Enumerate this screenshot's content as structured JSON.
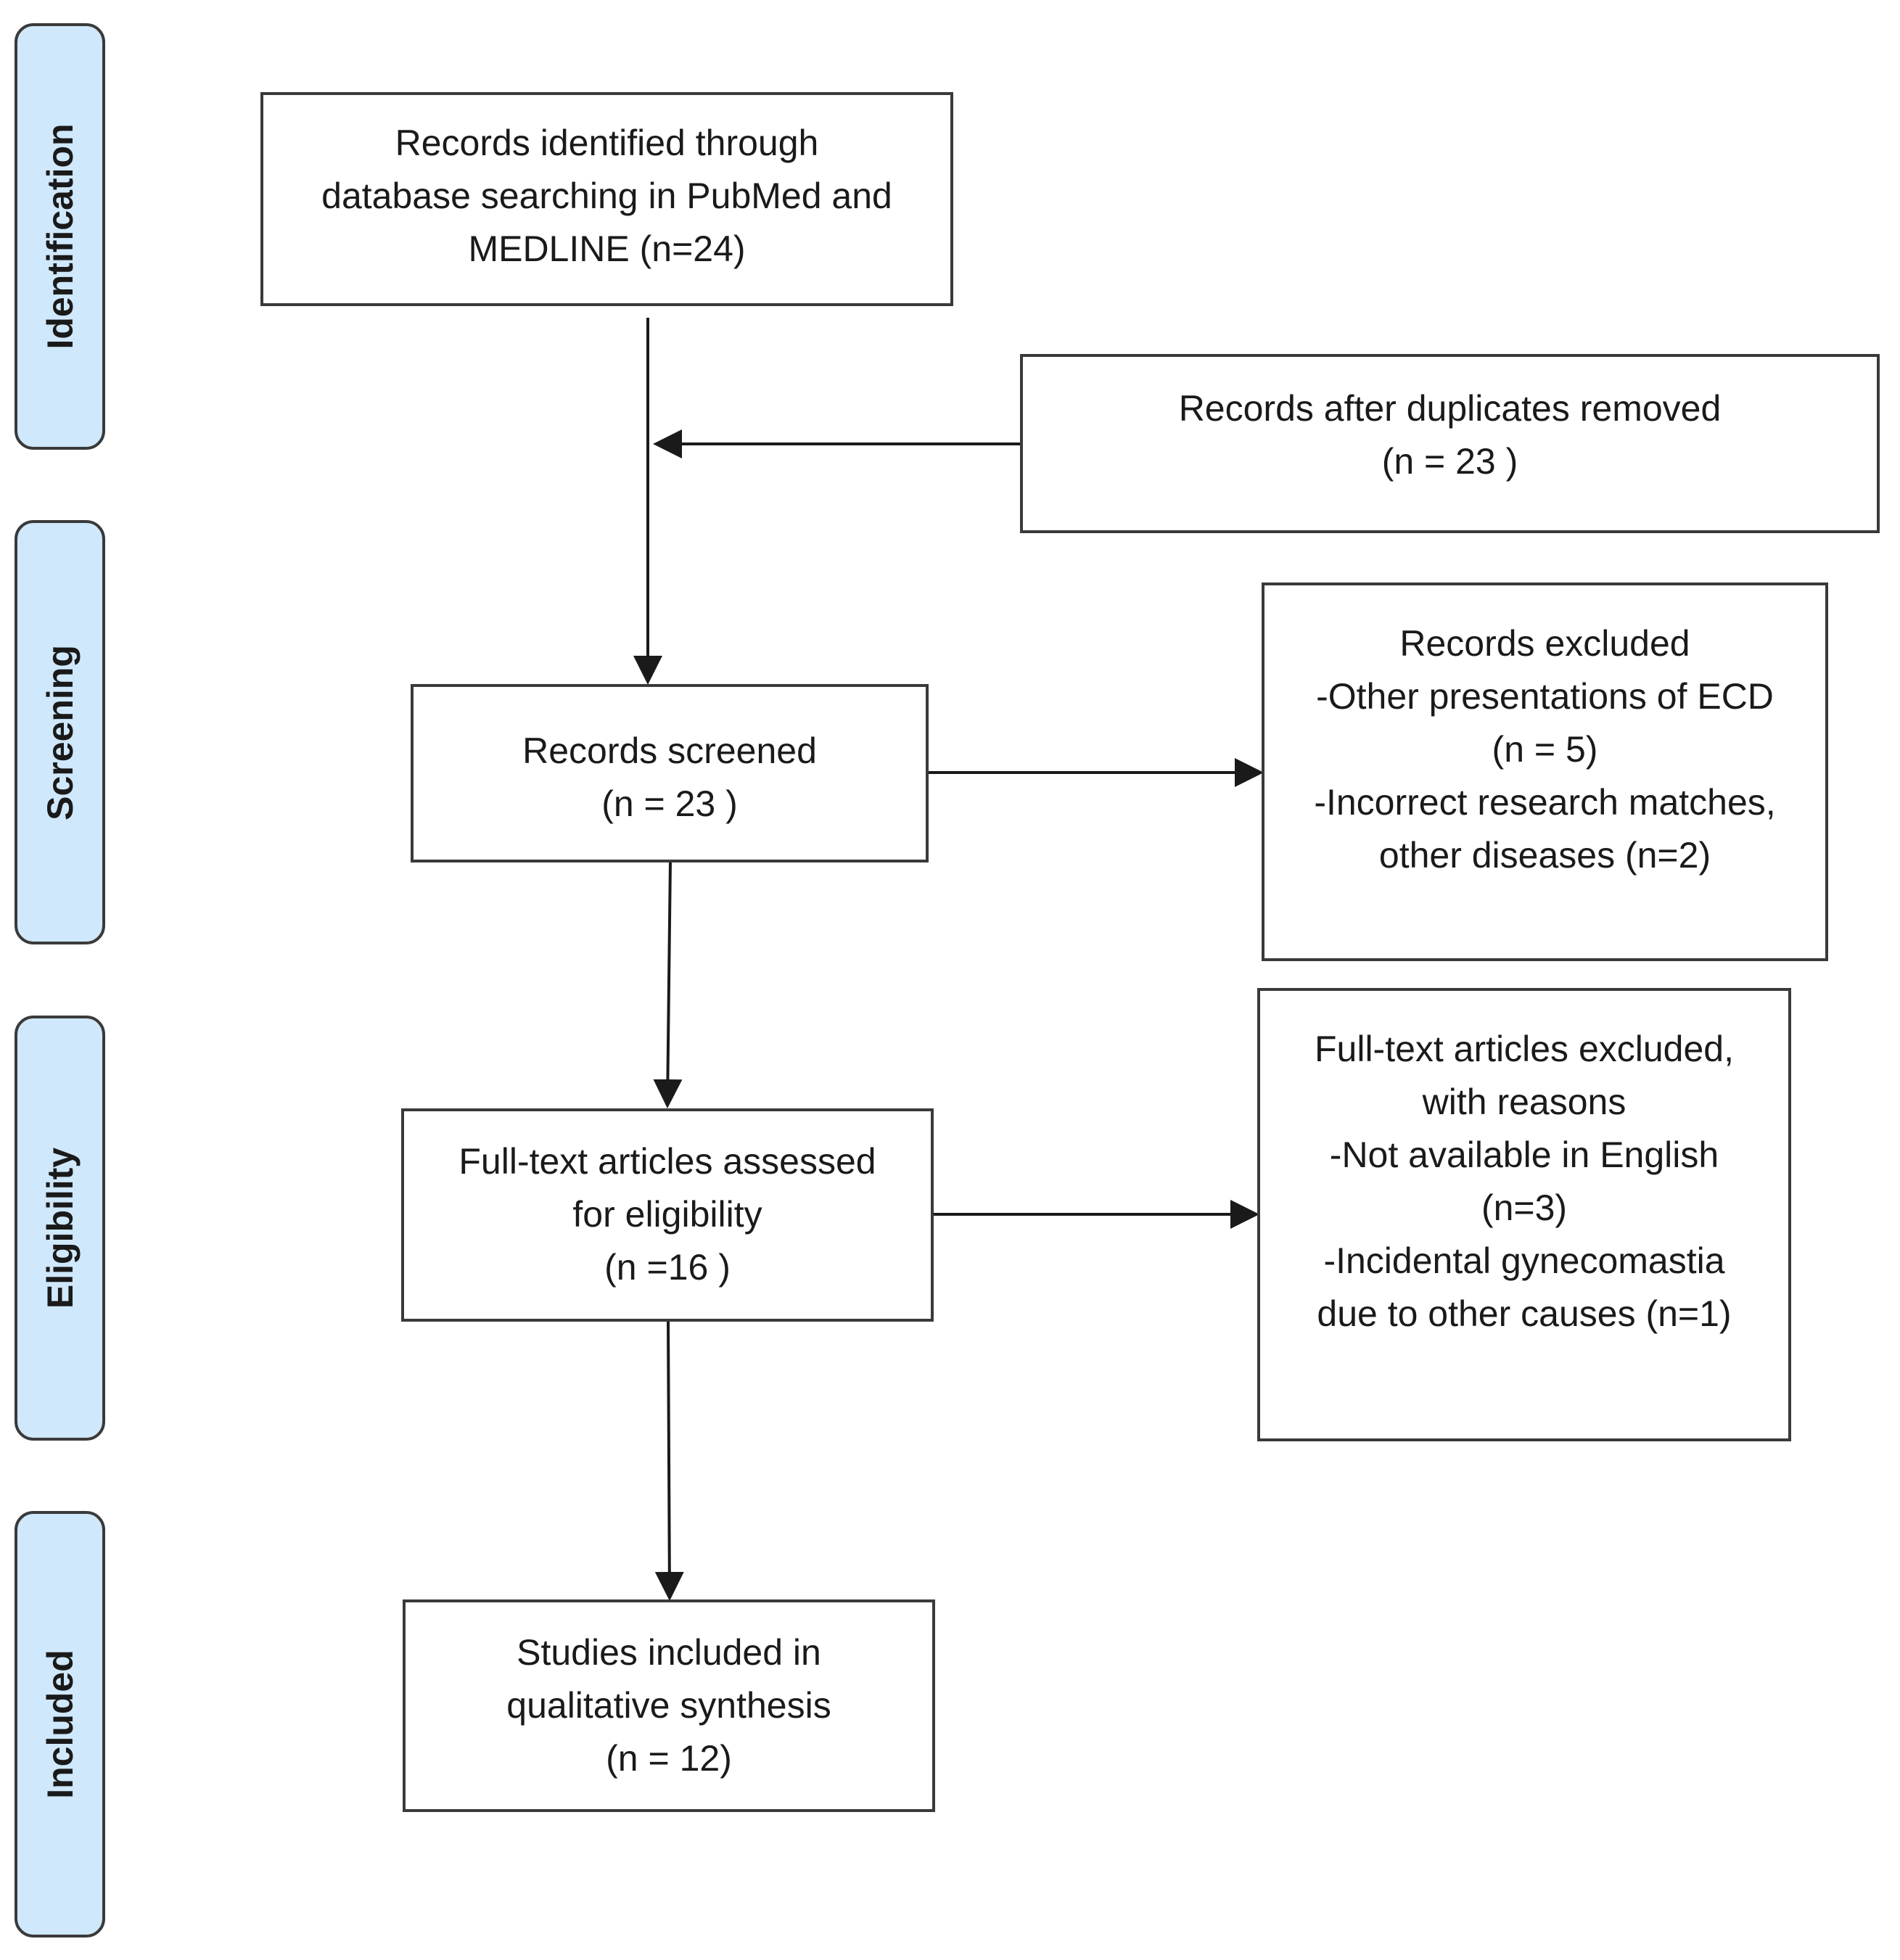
{
  "stages": {
    "identification": "Identification",
    "screening": "Screening",
    "eligibility": "Eligibility",
    "included": "Included"
  },
  "boxes": {
    "identified": {
      "lines": [
        "Records identified through",
        "database searching in PubMed and",
        "MEDLINE (n=24)"
      ]
    },
    "duplicates_removed": {
      "lines": [
        "Records after duplicates removed",
        "(n = 23 )"
      ]
    },
    "screened": {
      "lines": [
        "Records screened",
        "(n = 23  )"
      ]
    },
    "records_excluded": {
      "lines": [
        "Records excluded",
        "-Other presentations of ECD",
        "(n = 5)",
        "-Incorrect research matches,",
        "other diseases (n=2)"
      ]
    },
    "fulltext_assessed": {
      "lines": [
        "Full-text articles assessed",
        "for eligibility",
        "(n =16  )"
      ]
    },
    "fulltext_excluded": {
      "lines": [
        "Full-text articles excluded,",
        "with reasons",
        "-Not available in English",
        "(n=3)",
        "-Incidental gynecomastia",
        "due to other causes (n=1)"
      ]
    },
    "included": {
      "lines": [
        "Studies included in",
        "qualitative synthesis",
        "(n = 12)"
      ]
    }
  }
}
